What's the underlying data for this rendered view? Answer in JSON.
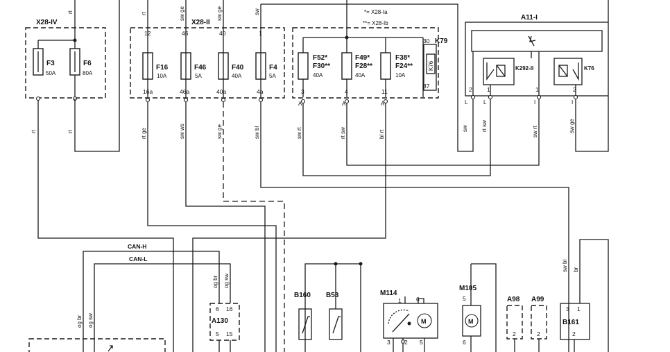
{
  "legend": {
    "line1": "*= X28-Ia",
    "line2": "**= X28-Ib"
  },
  "blocks": {
    "x28iv": "X28-IV",
    "x28ii": "X28-II",
    "k79": "K79",
    "a11i": "A11-I",
    "k292ii": "K292-II",
    "k76_relay": "K76",
    "k76_inner": "K76",
    "a130": "A130",
    "b160": "B160",
    "b53": "B53",
    "m114": "M114",
    "m105": "M105",
    "a98": "A98",
    "a99": "A99",
    "b161": "B161"
  },
  "fuses": [
    {
      "id": "f3",
      "name": "F3",
      "rating": "50A"
    },
    {
      "id": "f6",
      "name": "F6",
      "rating": "80A"
    },
    {
      "id": "f16",
      "name": "F16",
      "rating": "10A",
      "pin_top": "12",
      "pin_bottom": "16a"
    },
    {
      "id": "f46",
      "name": "F46",
      "rating": "5A",
      "pin_top": "46",
      "pin_bottom": "46a"
    },
    {
      "id": "f40",
      "name": "F40",
      "rating": "40A",
      "pin_top": "40",
      "pin_bottom": "40a"
    },
    {
      "id": "f4",
      "name": "F4",
      "rating": "5A",
      "pin_top": "1",
      "pin_bottom": "4a"
    },
    {
      "id": "f52",
      "name": "F52*",
      "name2": "F30**",
      "rating": "40A",
      "pin_bottom": "3",
      "conn": "A"
    },
    {
      "id": "f49",
      "name": "F49*",
      "name2": "F28**",
      "rating": "40A",
      "pin_bottom": "4",
      "conn": "A"
    },
    {
      "id": "f38",
      "name": "F38*",
      "name2": "F24**",
      "rating": "10A",
      "pin_bottom": "11",
      "conn": "A"
    }
  ],
  "wires": {
    "rt_top": "rt",
    "sw_ge_1": "sw ge",
    "sw_ge_2": "sw ge",
    "sw_top": "sw",
    "rt_left": "rt",
    "rt_f6": "rt",
    "rt_ge": "rt ge",
    "sw_ws": "sw ws",
    "sw_ge_f40": "sw ge",
    "sw_bl_f4": "sw bl",
    "sw_rt_f52": "sw rt",
    "rt_sw_f49": "rt sw",
    "bl_rt_f38": "bl rt",
    "sw_a11": "sw",
    "rt_sw_a11": "rt sw",
    "sw_rt_a11": "sw rt",
    "sw_ge_a11": "sw ge",
    "og_br_a130": "og br",
    "og_sw_a130": "og sw",
    "og_br_left": "og br",
    "og_sw_left": "og sw",
    "sw_bl_b161": "sw bl",
    "br_b161": "br"
  },
  "can": {
    "high": "CAN-H",
    "low": "CAN-L"
  },
  "pins": {
    "k79_30": "30",
    "k79_87": "87",
    "a11_2a": "2",
    "a11_1": "1",
    "a11_1b": "1",
    "a11_2b": "2",
    "a11_La": "L",
    "a11_Lb": "L",
    "a11_I": "I",
    "a11_Ib": "I",
    "a130_6": "6",
    "a130_16": "16",
    "a130_5": "5",
    "a130_15": "15",
    "m114_1": "1",
    "m114_6": "6",
    "m114_3": "3",
    "m114_2": "2",
    "m114_5": "5",
    "m105_5": "5",
    "m105_6": "6",
    "a98_2": "2",
    "a99_2": "2",
    "b161_3": "3",
    "b161_1": "1",
    "b161_2": "2"
  },
  "colors": {
    "line": "#1a1a1a",
    "background": "#ffffff"
  }
}
